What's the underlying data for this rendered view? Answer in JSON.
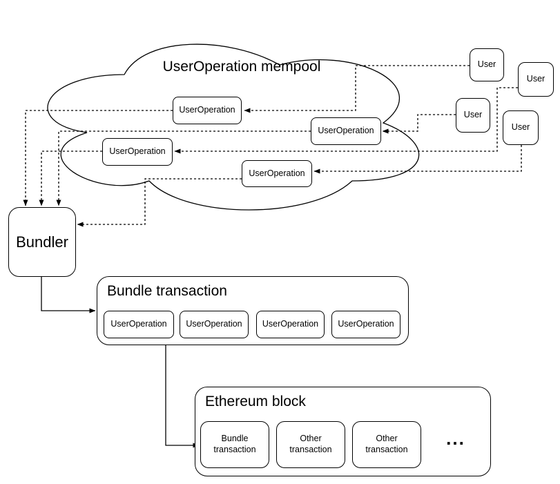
{
  "colors": {
    "stroke": "#000000",
    "fill": "#ffffff",
    "text": "#000000"
  },
  "mempool": {
    "title": "UserOperation mempool",
    "operations": [
      "UserOperation",
      "UserOperation",
      "UserOperation",
      "UserOperation"
    ]
  },
  "users": [
    "User",
    "User",
    "User",
    "User"
  ],
  "bundler": {
    "label": "Bundler"
  },
  "bundle": {
    "title": "Bundle transaction",
    "operations": [
      "UserOperation",
      "UserOperation",
      "UserOperation",
      "UserOperation"
    ]
  },
  "ethereum": {
    "title": "Ethereum block",
    "transactions": [
      {
        "line1": "Bundle",
        "line2": "transaction"
      },
      {
        "line1": "Other",
        "line2": "transaction"
      },
      {
        "line1": "Other",
        "line2": "transaction"
      }
    ],
    "more": "..."
  }
}
